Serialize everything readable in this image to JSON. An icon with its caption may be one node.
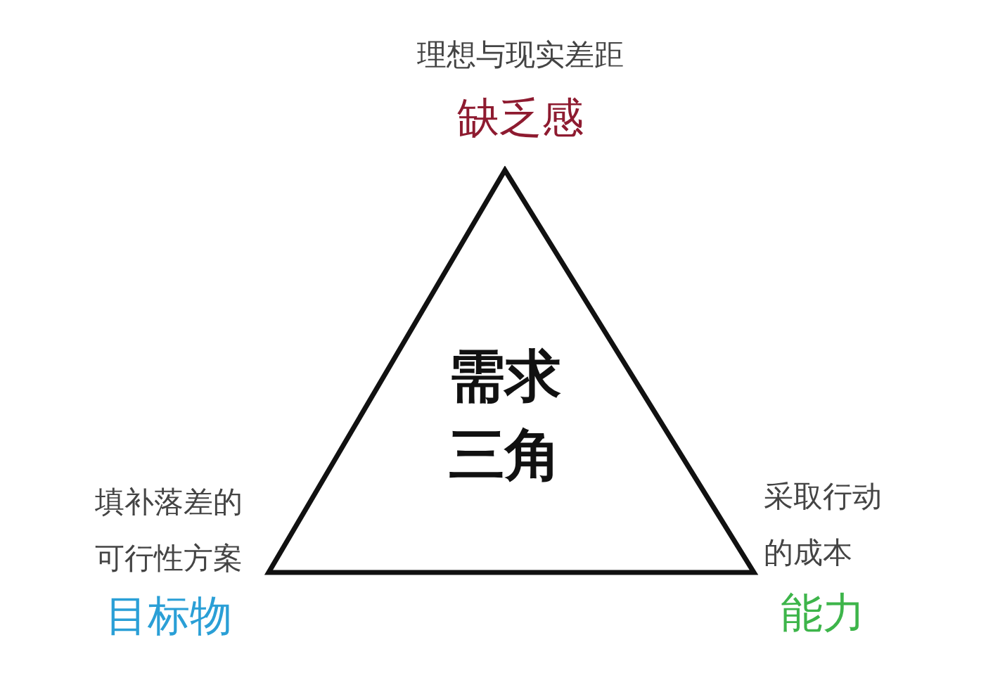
{
  "diagram": {
    "nodes": [
      {
        "text": [
          "需求三角"
        ]
      }
    ],
    "labels": [
      "理想与现实差距",
      "缺乏感",
      "填补落差的可行性方案",
      "目标物",
      "采取行动的成本",
      "能力"
    ]
  }
}
